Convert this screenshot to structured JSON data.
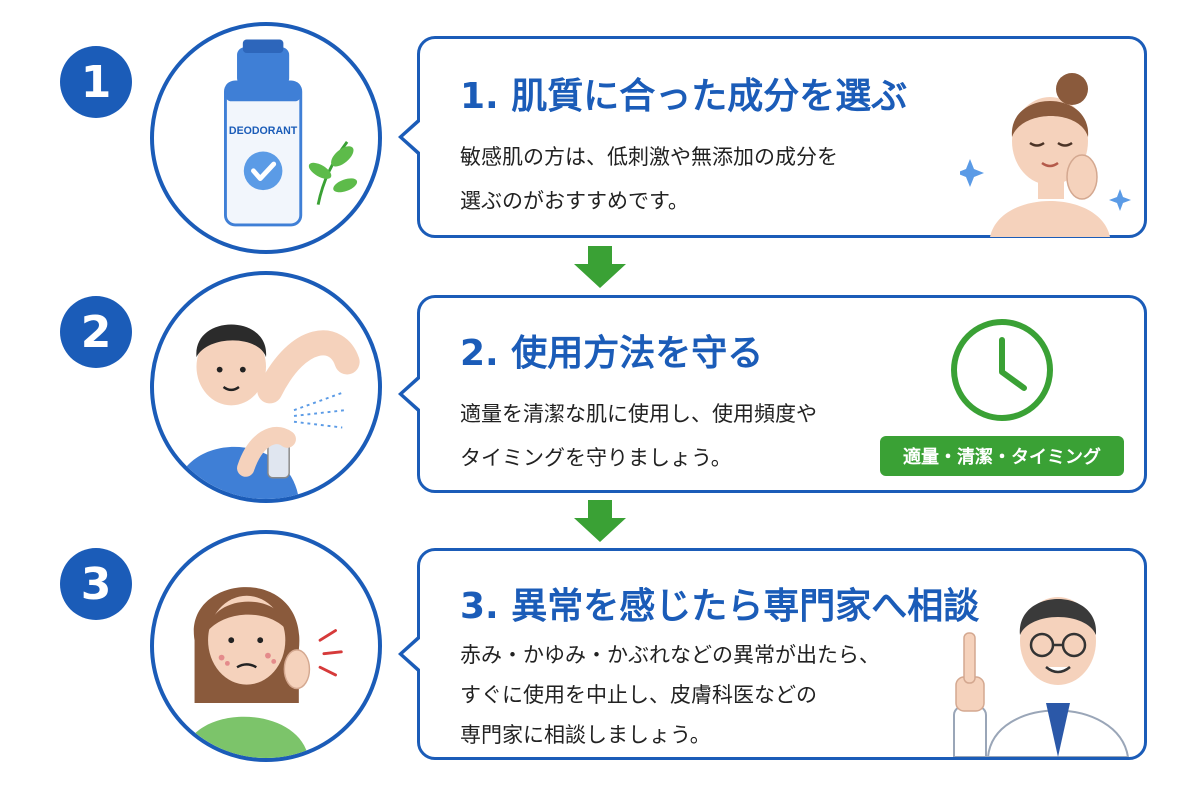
{
  "steps": [
    {
      "number": "1",
      "title": "1. 肌質に合った成分を選ぶ",
      "lines": [
        "敏感肌の方は、低刺激や無添加の成分を",
        "選ぶのがおすすめです。"
      ],
      "can_label": "DEODORANT"
    },
    {
      "number": "2",
      "title": "2. 使用方法を守る",
      "lines": [
        "適量を清潔な肌に使用し、使用頻度や",
        "タイミングを守りましょう。"
      ],
      "badge": "適量・清潔・タイミング"
    },
    {
      "number": "3",
      "title": "3. 異常を感じたら専門家へ相談",
      "lines": [
        "赤み・かゆみ・かぶれなどの異常が出たら、",
        "すぐに使用を中止し、皮膚科医などの",
        "専門家に相談しましょう。"
      ]
    }
  ],
  "colors": {
    "primary": "#1b5cb8",
    "accent_green": "#3aa135"
  },
  "icons": [
    "deodorant-can-icon",
    "leaf-icon",
    "check-icon",
    "sparkle-icon",
    "clock-icon",
    "down-arrow-icon",
    "pointing-finger-icon"
  ]
}
